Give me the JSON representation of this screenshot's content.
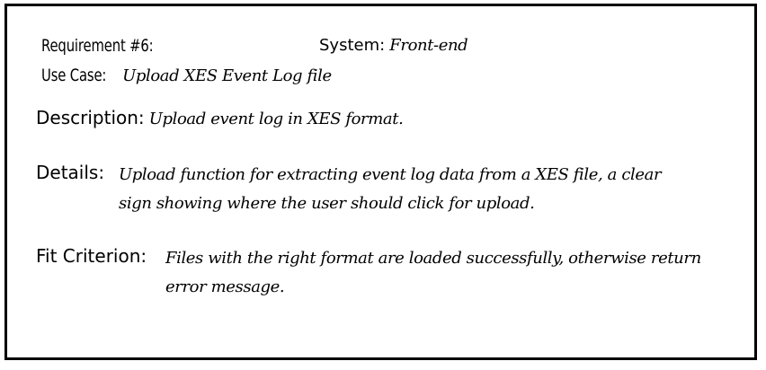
{
  "requirement": {
    "number_label": "Requirement #6:",
    "system_label": "System:",
    "system_value": "Front-end",
    "use_case_label": "Use Case:",
    "use_case_value": "Upload XES Event Log file",
    "description_label": "Description:",
    "description_value": "Upload event log in XES format.",
    "details_label": "Details:",
    "details_line1": "Upload function for extracting event log data from a XES file, a clear",
    "details_line2": "sign showing where the user should click for upload.",
    "fit_label": "Fit Criterion:",
    "fit_line1": "Files with the right format are loaded successfully, otherwise return",
    "fit_line2": "error message."
  },
  "colors": {
    "border": "#000000",
    "background": "#ffffff",
    "text": "#000000"
  }
}
